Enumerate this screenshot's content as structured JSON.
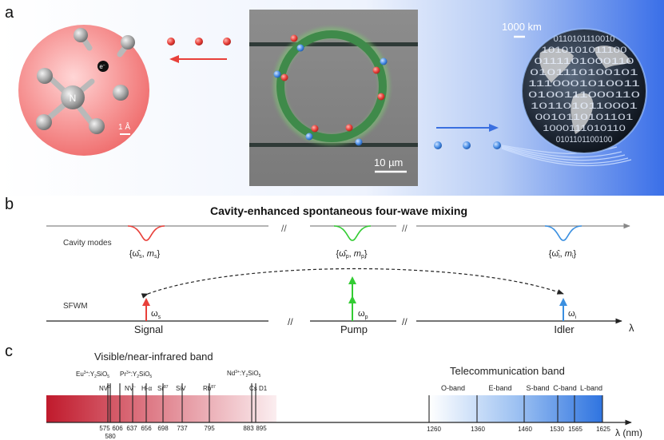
{
  "panel_a": {
    "label": "a",
    "nv_atom_label": "N",
    "electron_label": "e",
    "electron_sup": "−",
    "scale_atom": "1 Å",
    "scale_chip": "10 µm",
    "scale_globe": "1000 km",
    "globe_binary": [
      "0110101110010",
      "1010101011100",
      "0111101000110",
      "0101110100101",
      "1110001010011",
      "0100111000110",
      "1011010110001",
      "0010110101101",
      "1000111010110",
      "0101101100100"
    ],
    "colors": {
      "red_photon": "#e8403a",
      "blue_photon": "#4b8fe6",
      "ring": "#3f8a4a"
    }
  },
  "panel_b": {
    "label": "b",
    "title": "Cavity-enhanced spontaneous four-wave mixing",
    "cavity_modes_label": "Cavity modes",
    "sfwm_label": "SFWM",
    "break_mark": "//",
    "lambda": "λ",
    "mode_s": {
      "open": "{",
      "omega": "ω̂",
      "sub": "s",
      "sep": ", ",
      "m": "m",
      "msub": "s",
      "close": "}"
    },
    "mode_p": {
      "open": "{",
      "omega": "ω̂",
      "sub": "p",
      "sep": ", ",
      "m": "m",
      "msub": "p",
      "close": "}"
    },
    "mode_i": {
      "open": "{",
      "omega": "ω̂",
      "sub": "i",
      "sep": ", ",
      "m": "m",
      "msub": "i",
      "close": "}"
    },
    "omega": "ω",
    "omega_s_sub": "s",
    "omega_p_sub": "p",
    "omega_i_sub": "i",
    "signal": "Signal",
    "pump": "Pump",
    "idler": "Idler",
    "colors": {
      "signal": "#e8403a",
      "pump": "#33cc33",
      "idler": "#3a8fe0"
    }
  },
  "panel_c": {
    "label": "c",
    "visible_band_title": "Visible/near-infrared band",
    "telecom_band_title": "Telecommunication band",
    "axis_label": "λ (nm)",
    "visible_ticks": [
      "575",
      "580",
      "606",
      "637",
      "656",
      "698",
      "737",
      "795",
      "883",
      "895"
    ],
    "telecom_ticks": [
      "1260",
      "1360",
      "1460",
      "1530",
      "1565",
      "1625"
    ],
    "line_labels": {
      "eu": "Eu",
      "eu_sup": "3+",
      "eu_rest": ":Y",
      "eu_sub2": "2",
      "eu_rest2": "SiO",
      "eu_sub5": "5",
      "pr": "Pr",
      "pr_sup": "3+",
      "pr_rest": ":Y",
      "pr_sub2": "2",
      "pr_rest2": "SiO",
      "pr_sub5": "5",
      "nd": "Nd",
      "nd_sup": "3+",
      "nd_rest": ":Y",
      "nd_sub2": "2",
      "nd_rest2": "SiO",
      "nd_sub5": "5",
      "nv0": "NV",
      "nv0_sup": "0",
      "nvm": "NV",
      "nvm_sup": "−",
      "halpha": "H-α",
      "sr": "Sr",
      "sr_sup": "87",
      "siv": "SiV",
      "rb": "Rb",
      "rb_sup": "87",
      "csd1": "Cs D1"
    },
    "telecom_bands": [
      "O-band",
      "E-band",
      "S-band",
      "C-band",
      "L-band"
    ]
  }
}
